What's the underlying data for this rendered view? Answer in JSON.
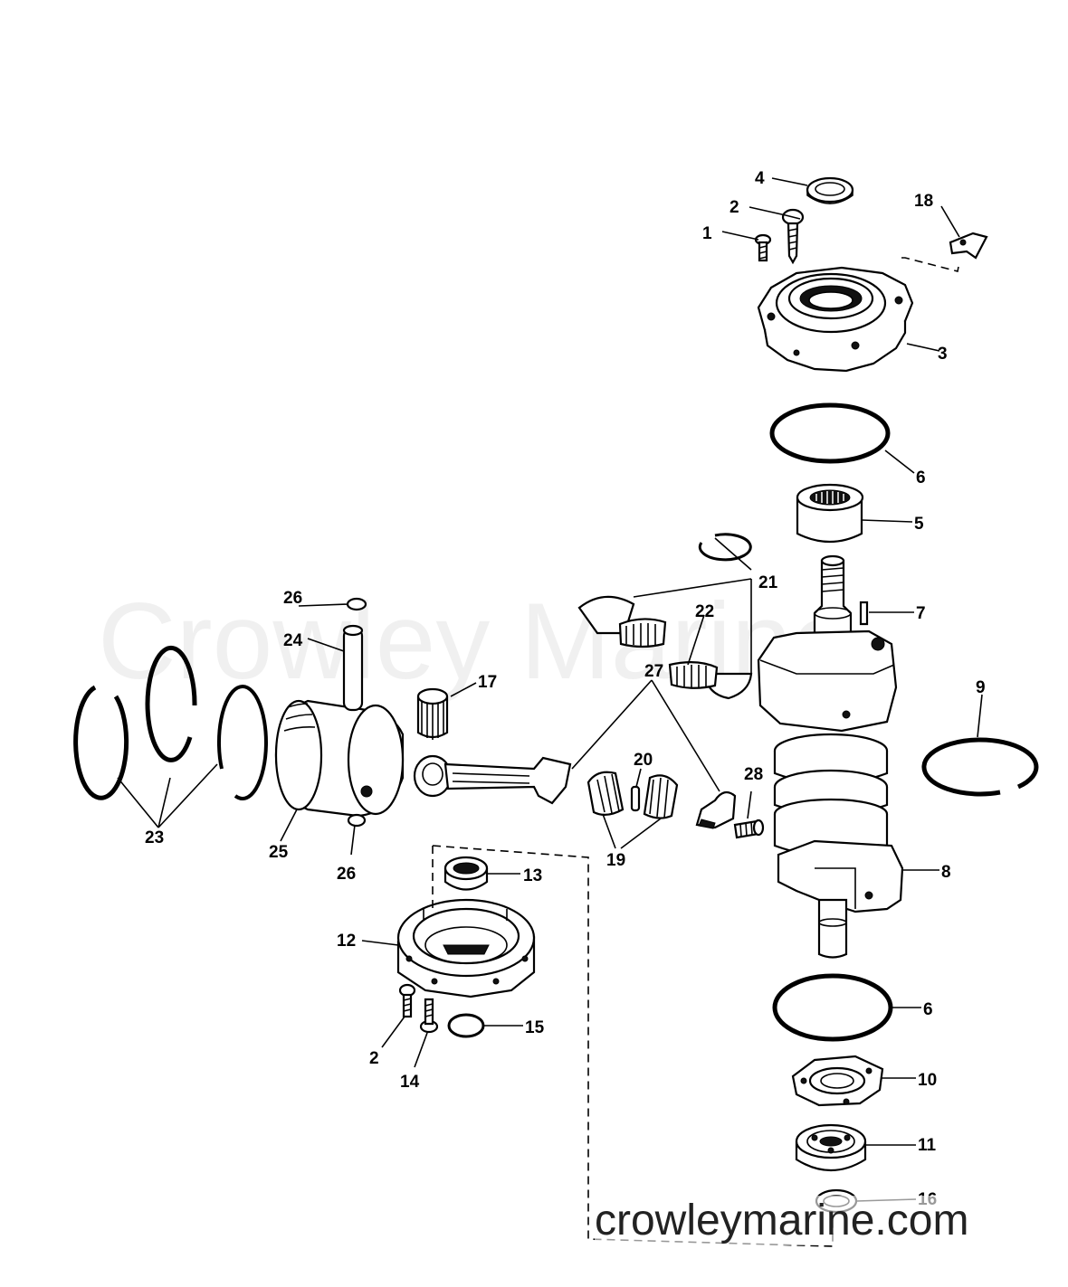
{
  "watermark": {
    "brand": "Crowley Marine",
    "url": "crowleymarine.com"
  },
  "callouts": [
    "1",
    "2",
    "2",
    "3",
    "4",
    "5",
    "6",
    "6",
    "7",
    "8",
    "9",
    "10",
    "11",
    "12",
    "13",
    "14",
    "15",
    "16",
    "17",
    "18",
    "19",
    "20",
    "21",
    "22",
    "23",
    "24",
    "25",
    "26",
    "26",
    "27",
    "28"
  ]
}
